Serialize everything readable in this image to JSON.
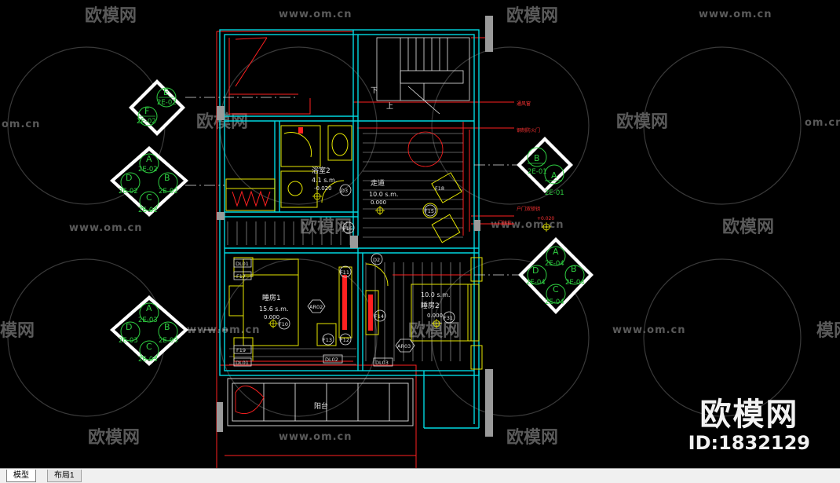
{
  "watermark": {
    "cn": "欧模网",
    "url": "www.om.cn",
    "url_partial": "om.cn",
    "cn_partial": "模网"
  },
  "brand": {
    "name": "欧模网",
    "id": "ID:1832129"
  },
  "tabs": [
    {
      "label": "模型",
      "active": true
    },
    {
      "label": "布局1",
      "active": false
    }
  ],
  "rooms": {
    "bath": {
      "name": "浴室2",
      "area": "4.1 s.m.",
      "elev": "-0.020"
    },
    "corridor": {
      "name": "走道",
      "area": "10.0 s.m.",
      "elev": "0.000"
    },
    "bed1": {
      "name": "睡房1",
      "area": "15.6 s.m.",
      "elev": "0.000"
    },
    "bed2": {
      "name": "睡房2",
      "area": "10.0 s.m.",
      "elev": "0.000"
    },
    "balcony": {
      "name": "阳台"
    },
    "stair": {
      "down": "下",
      "up": "上"
    }
  },
  "tags": {
    "d3": "D3",
    "f15": "F15",
    "f16": "F16",
    "f17": "F17",
    "f13": "F13",
    "f12": "F12",
    "f11": "F11",
    "f10": "F10",
    "f14": "F14",
    "f31": "F31",
    "d2": "D2",
    "ar02": "AR02",
    "ar03": "AR03",
    "dl01a": "DL01",
    "dl01b": "DL01",
    "dl02": "DL02",
    "dl03": "DL03",
    "f19": "F19",
    "f18": "F18"
  },
  "notes": {
    "n1": "通风窗",
    "n2": "钢制防火门",
    "n3": "户门双锁钥",
    "n4": "门铃位",
    "n5": "+0.020"
  },
  "elevation_markers": [
    {
      "letters": [
        "E",
        "F"
      ],
      "refs": [
        "2E-02",
        "2E-02"
      ]
    },
    {
      "letters": [
        "A",
        "D",
        "B",
        "C"
      ],
      "refs": [
        "2E-02",
        "2E-02",
        "2E-02",
        "2E-02"
      ]
    },
    {
      "letters": [
        "A",
        "D",
        "B",
        "C"
      ],
      "refs": [
        "2E-03",
        "2E-03",
        "2E-03",
        "2E-03"
      ]
    },
    {
      "letters": [
        "B",
        "A"
      ],
      "refs": [
        "2E-01",
        "2E-01"
      ]
    },
    {
      "letters": [
        "A",
        "D",
        "B",
        "C"
      ],
      "refs": [
        "2E-04",
        "2E-04",
        "2E-04",
        "2E-04"
      ]
    }
  ],
  "colors": {
    "background": "#000000",
    "wall": "#00d8e0",
    "furniture": "#e6e600",
    "red": "#ff2020",
    "green": "#2ecc40",
    "white": "#ffffff",
    "grey": "#808080"
  }
}
